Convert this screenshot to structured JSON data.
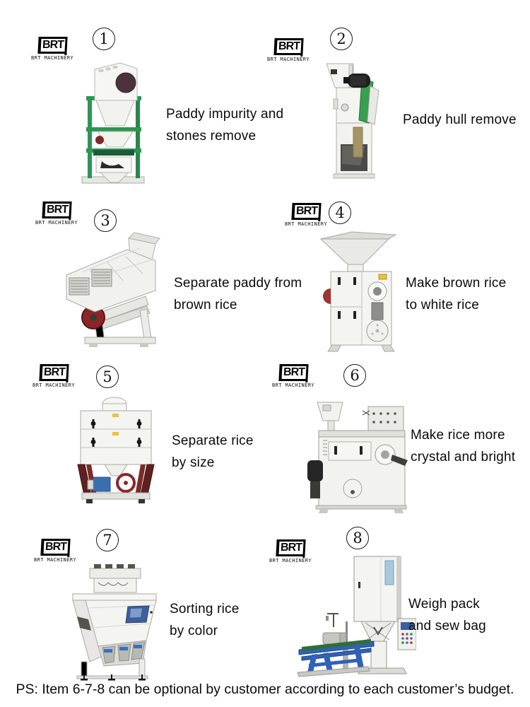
{
  "logo": {
    "mark": "BRT",
    "caption": "BRT MACHINERY"
  },
  "items": [
    {
      "number": "1",
      "machine": "paddy-cleaner-destoner",
      "caption_line1": "Paddy impurity and",
      "caption_line2": "stones remove"
    },
    {
      "number": "2",
      "machine": "paddy-husker",
      "caption_line1": "Paddy hull remove",
      "caption_line2": ""
    },
    {
      "number": "3",
      "machine": "paddy-separator",
      "caption_line1": "Separate paddy from",
      "caption_line2": "brown rice"
    },
    {
      "number": "4",
      "machine": "rice-whitener",
      "caption_line1": "Make brown rice",
      "caption_line2": "to white rice"
    },
    {
      "number": "5",
      "machine": "rice-size-grader",
      "caption_line1": "Separate rice",
      "caption_line2": "by size"
    },
    {
      "number": "6",
      "machine": "rice-polisher",
      "caption_line1": "Make rice more",
      "caption_line2": "crystal and bright"
    },
    {
      "number": "7",
      "machine": "rice-color-sorter",
      "caption_line1": "Sorting rice",
      "caption_line2": "by color"
    },
    {
      "number": "8",
      "machine": "weigh-pack-sew-machine",
      "caption_line1": "Weigh pack",
      "caption_line2": "and sew bag"
    }
  ],
  "footer": {
    "note": "PS: Item 6-7-8 can be optional by customer according to each customer’s budget."
  },
  "colors": {
    "frame_green": "#2e9552",
    "belt_green": "#3a9e50",
    "wheel_dark_red": "#8c2626",
    "leg_dark_red": "#5e2020",
    "conveyor_blue": "#2f62b8",
    "screen_blue": "#3d5f9e",
    "window_maroon": "#4d323c",
    "machine_white": "#f4f4f1"
  }
}
